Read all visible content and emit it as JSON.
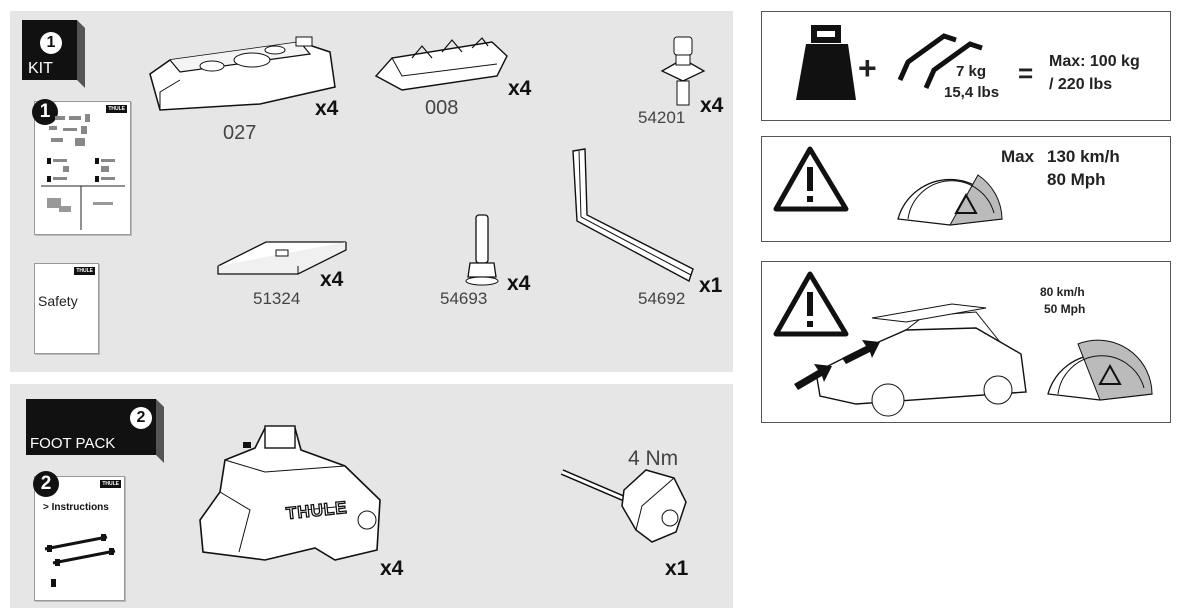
{
  "kit": {
    "number": "1",
    "title": "KIT",
    "manual_number": "1",
    "manual_brand": "THULE",
    "safety_label": "Safety",
    "safety_brand": "THULE",
    "parts": [
      {
        "code": "027",
        "qty": "x4"
      },
      {
        "code": "008",
        "qty": "x4"
      },
      {
        "code": "54201",
        "qty": "x4"
      },
      {
        "code": "51324",
        "qty": "x4"
      },
      {
        "code": "54693",
        "qty": "x4"
      },
      {
        "code": "54692",
        "qty": "x1"
      }
    ]
  },
  "foot_pack": {
    "number": "2",
    "title": "FOOT PACK",
    "manual_number": "2",
    "manual_brand": "THULE",
    "manual_label": "> Instructions",
    "foot_brand": "THULE",
    "foot_qty": "x4",
    "tool_torque": "4 Nm",
    "tool_qty": "x1"
  },
  "load": {
    "bar_weight_kg": "7 kg",
    "bar_weight_lbs": "15,4 lbs",
    "plus": "+",
    "equals": "=",
    "max_kg": "Max: 100 kg",
    "max_lbs": "/ 220 lbs"
  },
  "speed": {
    "max_label": "Max",
    "max_kmh": "130 km/h",
    "max_mph": "80 Mph"
  },
  "speed_loaded": {
    "kmh": "80 km/h",
    "mph": "50 Mph"
  }
}
